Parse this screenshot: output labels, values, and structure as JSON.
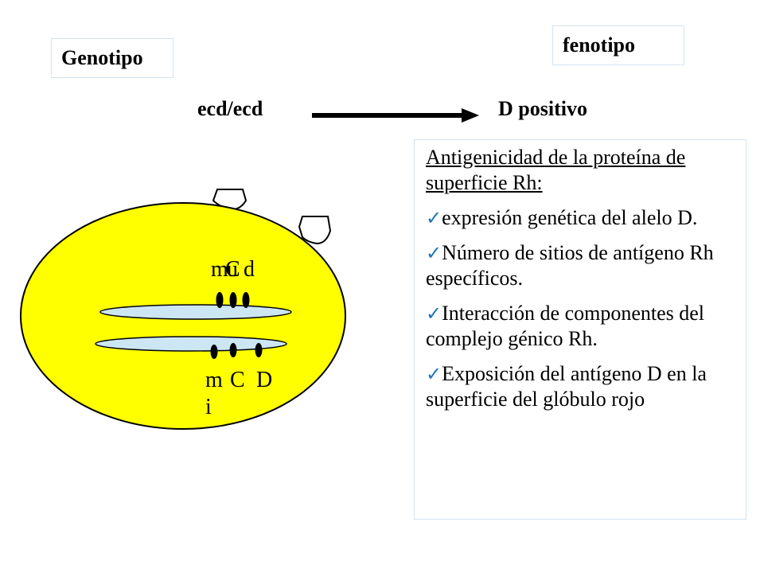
{
  "labels": {
    "genotipo": "Genotipo",
    "fenotipo": "fenotipo",
    "genotype_value": "ecd/ecd",
    "phenotype_value": "D positivo"
  },
  "chromosome_top": {
    "letters": [
      "m",
      "C",
      "d"
    ],
    "overlay_letter": "u"
  },
  "chromosome_bottom": {
    "letters": [
      "m",
      "C",
      "D"
    ],
    "overlay_letter": "i"
  },
  "info": {
    "heading": "Antigenicidad de la proteína de superficie Rh:",
    "check_glyph": "✓",
    "items": [
      "expresión genética del alelo D.",
      "Número de sitios de antígeno Rh específicos.",
      "Interacción de componentes del complejo génico Rh.",
      "Exposición del antígeno D en la superficie del glóbulo rojo"
    ]
  },
  "colors": {
    "cell_fill": "#ffff00",
    "chromosome_fill": "#cce6f4",
    "check": "#1f77b4"
  }
}
